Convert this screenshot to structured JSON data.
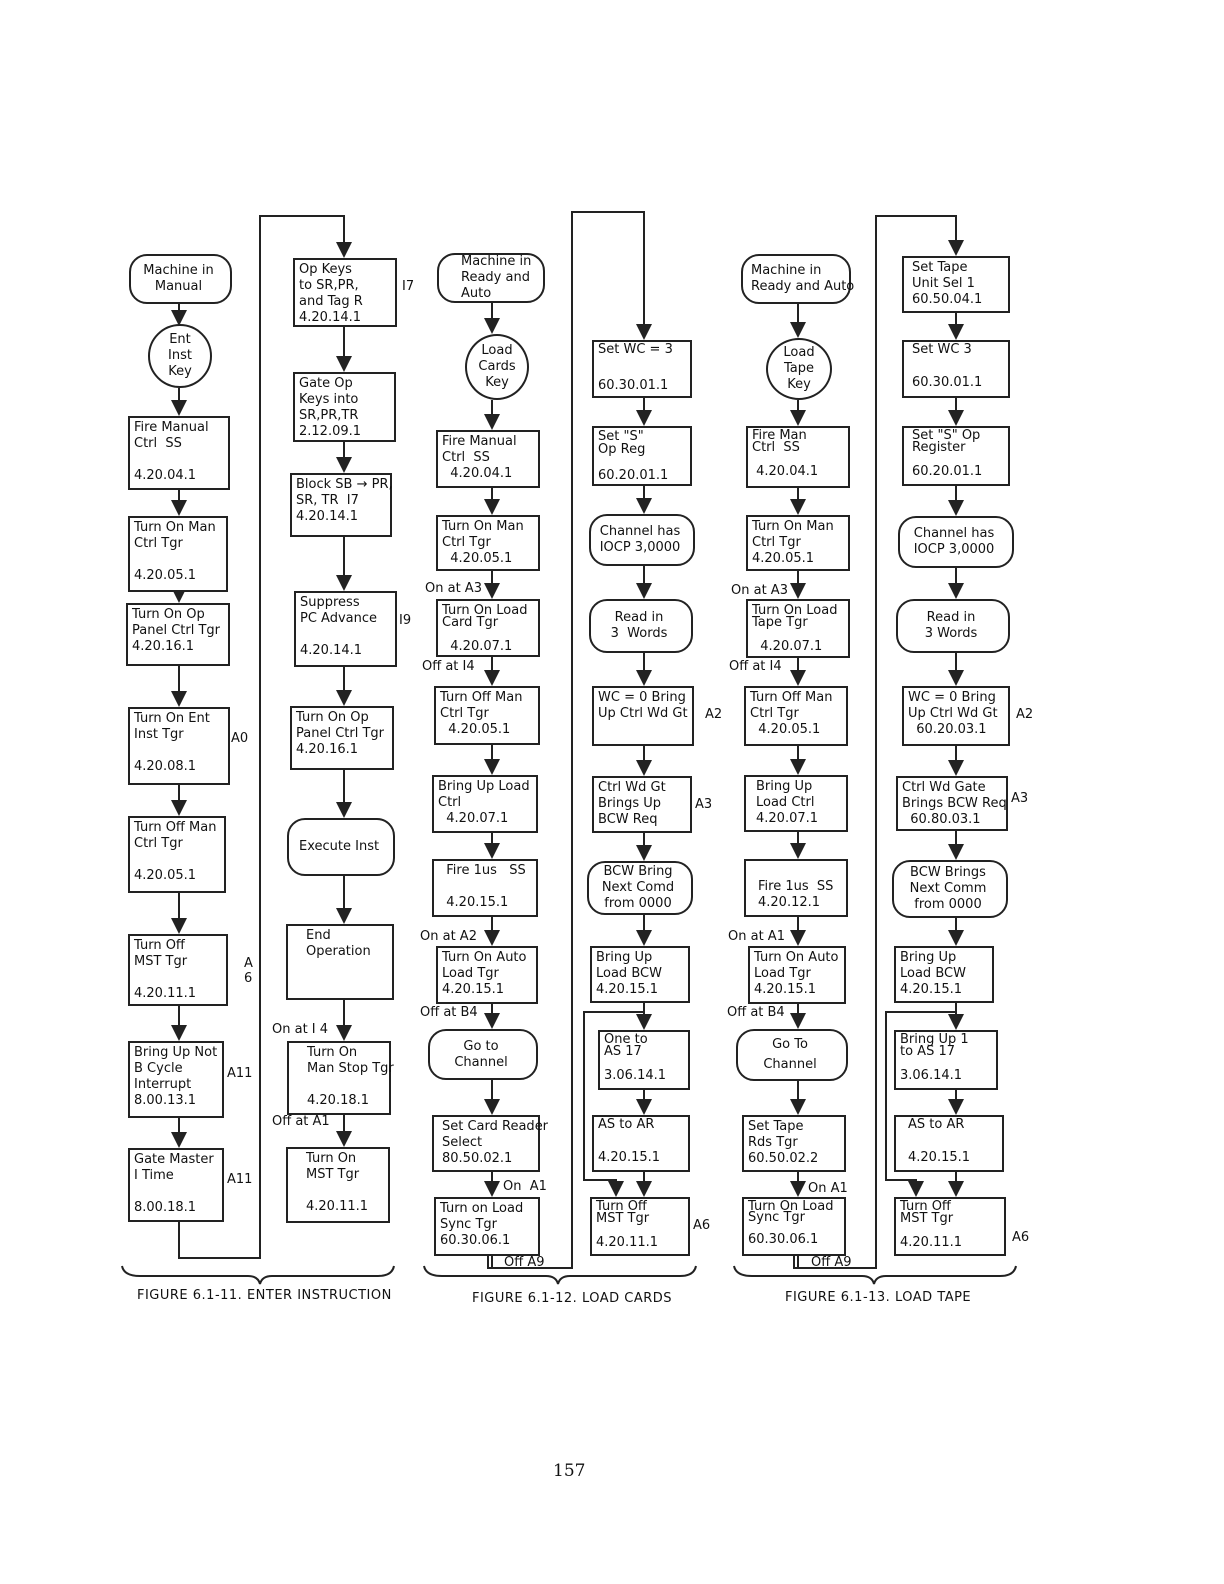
{
  "figures": [
    {
      "caption": "FIGURE 6.1-11.  ENTER INSTRUCTION",
      "col1": {
        "machine_in_manual": "Machine in\nManual",
        "ent_inst_key": "Ent\nInst\nKey",
        "fire_manual_ctrl_ss": "Fire Manual\nCtrl  SS\n\n4.20.04.1",
        "turn_on_man_ctrl_tgr": "Turn On Man\nCtrl Tgr\n\n4.20.05.1",
        "turn_on_op_panel_ctrl_tgr": "Turn On Op\nPanel Ctrl Tgr\n4.20.16.1",
        "turn_on_ent_inst_tgr": "Turn On Ent\nInst Tgr\n\n4.20.08.1",
        "turn_off_man_ctrl_tgr": "Turn Off Man\nCtrl Tgr\n\n4.20.05.1",
        "turn_off_mst_tgr": "Turn Off\nMST Tgr\n\n4.20.11.1",
        "bring_up_not_b_cycle": "Bring Up Not\nB Cycle\nInterrupt\n8.00.13.1",
        "gate_master_i_time": "Gate Master\nI Time\n\n8.00.18.1"
      },
      "col1_refs": {
        "a0": "A0",
        "a6": "A\n6",
        "a11_1": "A11",
        "a11_2": "A11"
      },
      "col2": {
        "op_keys": "Op Keys\nto SR,PR,\nand Tag R\n4.20.14.1",
        "gate_op_keys": "Gate Op\nKeys into\nSR,PR,TR\n2.12.09.1",
        "block_sb": "Block SB → PR,\nSR, TR  I7\n4.20.14.1",
        "suppress_pc_advance": "Suppress\nPC Advance\n\n4.20.14.1",
        "turn_on_op_panel_ctrl_tgr": "Turn On Op\nPanel Ctrl Tgr\n4.20.16.1",
        "execute_inst": "Execute Inst",
        "end_operation": "End\nOperation",
        "turn_on_man_stop_tgr": "Turn On\nMan Stop Tgr\n\n4.20.18.1",
        "turn_on_mst_tgr": "Turn On\nMST Tgr\n\n4.20.11.1"
      },
      "col2_refs": {
        "i7": "I7",
        "i9": "I9",
        "on_at_i4": "On at I 4",
        "off_at_a1": "Off at A1"
      }
    },
    {
      "caption": "FIGURE 6.1-12.   LOAD CARDS",
      "col1": {
        "machine_ready_auto": "Machine in\nReady and\nAuto",
        "load_cards_key": "Load\nCards\nKey",
        "fire_manual_ctrl_ss": "Fire Manual\nCtrl  SS\n  4.20.04.1",
        "turn_on_man_ctrl_tgr": "Turn On Man\nCtrl Tgr\n  4.20.05.1",
        "turn_on_load_card_tgr": "Turn On Load\nCard Tgr\n\n  4.20.07.1",
        "turn_off_man_ctrl_tgr": "Turn Off Man\nCtrl Tgr\n  4.20.05.1",
        "bring_up_load_ctrl": "Bring Up Load\nCtrl\n  4.20.07.1",
        "fire_1us_ss": "  Fire 1us   SS\n\n  4.20.15.1",
        "turn_on_auto_load_tgr": "Turn On Auto\nLoad Tgr\n4.20.15.1",
        "go_to_channel": "Go to\nChannel",
        "set_card_reader_select": "Set Card Reader\nSelect\n80.50.02.1",
        "turn_on_load_sync_tgr": "Turn on Load\nSync Tgr\n60.30.06.1"
      },
      "col1_refs": {
        "on_at_a3": "On at A3",
        "off_at_i4": "Off at I4",
        "on_at_a2": "On at A2",
        "off_at_b4": "Off at B4",
        "on_a1": "On  A1",
        "off_a9": "Off A9"
      },
      "col2": {
        "set_wc_3": "Set WC = 3\n\n\n60.30.01.1",
        "set_s_op_reg": "Set \"S\"\nOp Reg\n\n60.20.01.1",
        "channel_has_iocp": "Channel has\nIOCP 3,0000",
        "read_in_3_words": "Read in\n3  Words",
        "wc0_bring_up": "WC = 0 Bring\nUp Ctrl Wd Gt",
        "ctrl_wd_gt": "Ctrl Wd Gt\nBrings Up\nBCW Req",
        "bcw_bring_next": "BCW Bring\nNext Comd\nfrom 0000",
        "bring_up_load_bcw": "Bring Up\nLoad BCW\n4.20.15.1",
        "one_to_as17": "One to\nAS 17\n\n3.06.14.1",
        "as_to_ar": "AS to AR\n\n\n4.20.15.1",
        "turn_off_mst_tgr": "Turn Off\nMST Tgr\n\n4.20.11.1"
      },
      "col2_refs": {
        "a2": "A2",
        "a3": "A3",
        "a6": "A6"
      }
    },
    {
      "caption": "FIGURE 6.1-13.  LOAD TAPE",
      "col1": {
        "machine_ready_auto": "Machine in\nReady and Auto",
        "load_tape_key": "Load\nTape\nKey",
        "fire_man_ctrl_ss": "Fire Man\nCtrl  SS\n\n 4.20.04.1",
        "turn_on_man_ctrl_tgr": "Turn On Man\nCtrl Tgr\n4.20.05.1",
        "turn_on_load_tape_tgr": "Turn On Load\nTape Tgr\n\n  4.20.07.1",
        "turn_off_man_ctrl_tgr": "Turn Off Man\nCtrl Tgr\n  4.20.05.1",
        "bring_up_load_ctrl": "Bring Up\nLoad Ctrl\n4.20.07.1",
        "fire_1us_ss": "Fire 1us  SS\n4.20.12.1",
        "turn_on_auto_load_tgr": "Turn On Auto\nLoad Tgr\n4.20.15.1",
        "go_to_channel": "Go To\n\nChannel",
        "set_tape_rds_tgr": "Set Tape\nRds Tgr\n60.50.02.2",
        "turn_on_load_sync_tgr": "Turn On Load\nSync Tgr\n\n60.30.06.1"
      },
      "col1_refs": {
        "on_at_a3": "On at A3",
        "off_at_i4": "Off at I4",
        "on_at_a1": "On at A1",
        "off_at_b4": "Off at B4",
        "on_a1": "On A1",
        "off_a9": "Off A9"
      },
      "col2": {
        "set_tape_unit_sel": "Set Tape\nUnit Sel 1\n60.50.04.1",
        "set_wc_3": "Set WC 3\n\n\n60.30.01.1",
        "set_s_op_register": "Set \"S\" Op\nRegister\n\n60.20.01.1",
        "channel_has_iocp": "Channel has\nIOCP 3,0000",
        "read_in_3_words": "Read in\n3 Words",
        "wc0_bring_up": "WC = 0 Bring\nUp Ctrl Wd Gt\n  60.20.03.1",
        "ctrl_wd_gate": "Ctrl Wd Gate\nBrings BCW Req\n  60.80.03.1",
        "bcw_brings_next": "BCW Brings\nNext Comm\nfrom 0000",
        "bring_up_load_bcw": "Bring Up\nLoad BCW\n4.20.15.1",
        "bring_up_1_to_as17": "Bring Up 1\nto AS 17\n\n3.06.14.1",
        "as_to_ar": "AS to AR\n\n\n4.20.15.1",
        "turn_off_mst_tgr": "Turn Off\nMST Tgr\n\n4.20.11.1"
      },
      "col2_refs": {
        "a2": "A2",
        "a3": "A3",
        "a6": "A6"
      }
    }
  ],
  "page_number": "157"
}
